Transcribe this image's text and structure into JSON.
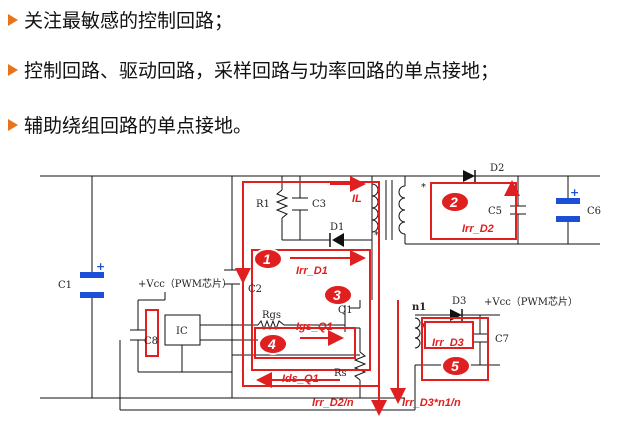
{
  "bullets": [
    "关注最敏感的控制回路；",
    "控制回路、驱动回路，采样回路与功率回路的单点接地；",
    "辅助绕组回路的单点接地。"
  ],
  "diagram": {
    "components": {
      "c1": "C1",
      "c2": "C2",
      "c3": "C3",
      "c5": "C5",
      "c6": "C6",
      "c7": "C7",
      "c8": "C8",
      "r1": "R1",
      "rgs": "Rgs",
      "rs": "Rs",
      "q1": "Q1",
      "d1": "D1",
      "d2": "D2",
      "d3": "D3",
      "ic": "IC",
      "n1": "n1",
      "vcc_left": "+Vcc（PWM芯片）",
      "vcc_right": "+Vcc（PWM芯片）"
    },
    "current_labels": {
      "il": "IL",
      "irr_d1": "Irr_D1",
      "igs_q1": "Igs_Q1",
      "ids_q1": "Ids_Q1",
      "irr_d2n": "Irr_D2/n",
      "irr_d3": "Irr_D3*n1/n",
      "irr_d2": "Irr_D2",
      "irr_d3_box": "Irr_D3"
    },
    "loop_numbers": [
      "1",
      "2",
      "3",
      "4",
      "5"
    ],
    "colors": {
      "current": "#e02020",
      "wire": "#111111",
      "cap_fill": "#1a4fd6",
      "loop_fill": "#e02020",
      "bullet": "#e8731a"
    }
  }
}
